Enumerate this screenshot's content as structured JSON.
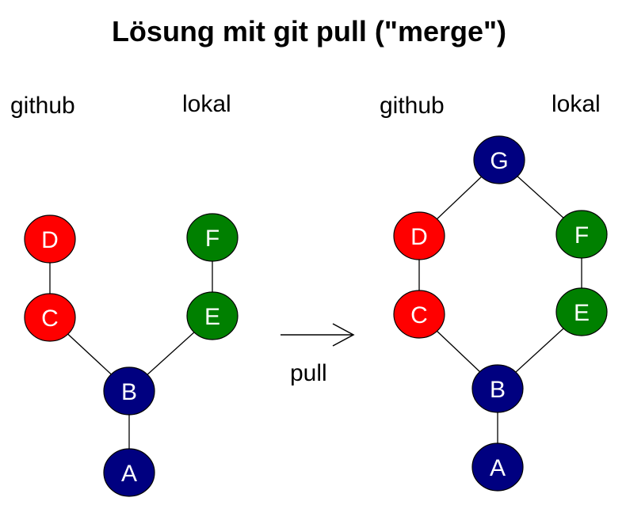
{
  "title": "Lösung mit git pull (\"merge\")",
  "colors": {
    "red": "#ff0000",
    "green": "#008000",
    "blue": "#000080"
  },
  "arrow_label": "pull",
  "before": {
    "labels": {
      "remote": "github",
      "local": "lokal"
    },
    "nodes": [
      {
        "id": "D",
        "color": "red"
      },
      {
        "id": "C",
        "color": "red"
      },
      {
        "id": "F",
        "color": "green"
      },
      {
        "id": "E",
        "color": "green"
      },
      {
        "id": "B",
        "color": "blue"
      },
      {
        "id": "A",
        "color": "blue"
      }
    ],
    "edges": [
      [
        "D",
        "C"
      ],
      [
        "C",
        "B"
      ],
      [
        "F",
        "E"
      ],
      [
        "E",
        "B"
      ],
      [
        "B",
        "A"
      ]
    ]
  },
  "after": {
    "labels": {
      "remote": "github",
      "local": "lokal"
    },
    "nodes": [
      {
        "id": "G",
        "color": "blue"
      },
      {
        "id": "D",
        "color": "red"
      },
      {
        "id": "C",
        "color": "red"
      },
      {
        "id": "F",
        "color": "green"
      },
      {
        "id": "E",
        "color": "green"
      },
      {
        "id": "B",
        "color": "blue"
      },
      {
        "id": "A",
        "color": "blue"
      }
    ],
    "edges": [
      [
        "G",
        "D"
      ],
      [
        "G",
        "F"
      ],
      [
        "D",
        "C"
      ],
      [
        "C",
        "B"
      ],
      [
        "F",
        "E"
      ],
      [
        "E",
        "B"
      ],
      [
        "B",
        "A"
      ]
    ]
  }
}
